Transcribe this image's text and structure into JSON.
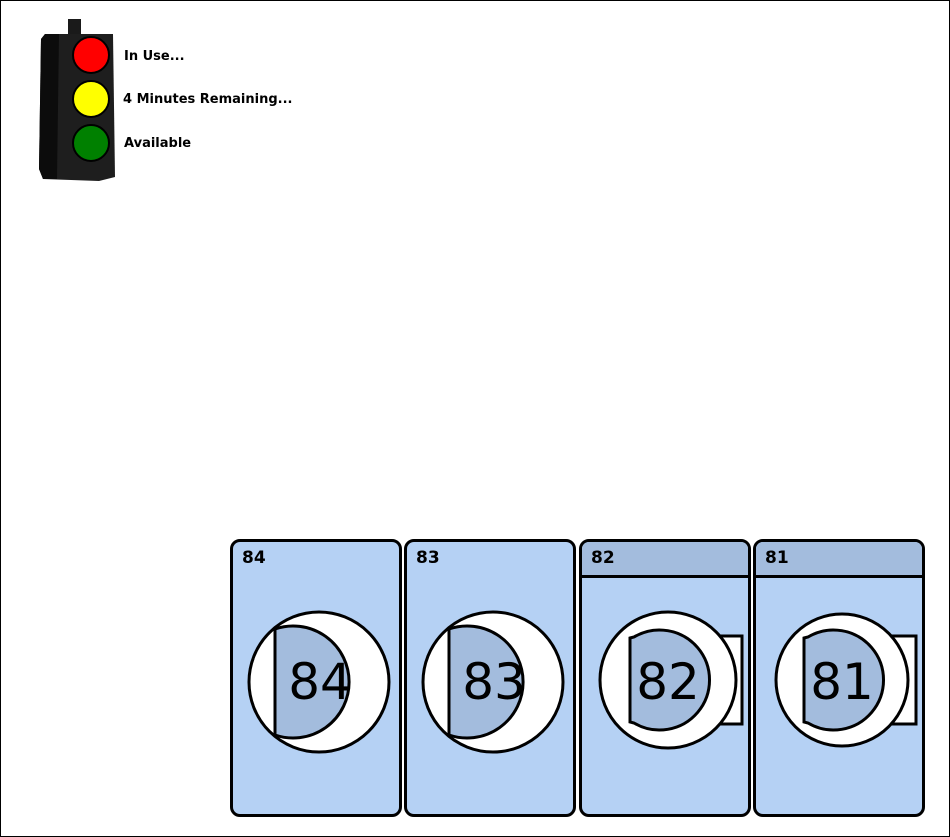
{
  "legend": {
    "in_use": "In Use...",
    "minutes_remaining": "4 Minutes Remaining...",
    "available": "Available",
    "icon": "traffic-light-icon",
    "colors": {
      "red": "#ff0000",
      "yellow": "#ffff00",
      "green": "#008000",
      "housing": "#1a1a1a"
    }
  },
  "colors": {
    "machine_body": "#b5d1f4",
    "machine_panel": "#a3bcdd",
    "door_glass": "#a3bcdd",
    "outline": "#000000"
  },
  "machines": [
    {
      "tag": "84",
      "number": "84",
      "type": "washer"
    },
    {
      "tag": "83",
      "number": "83",
      "type": "washer"
    },
    {
      "tag": "82",
      "number": "82",
      "type": "dryer"
    },
    {
      "tag": "81",
      "number": "81",
      "type": "dryer"
    }
  ]
}
